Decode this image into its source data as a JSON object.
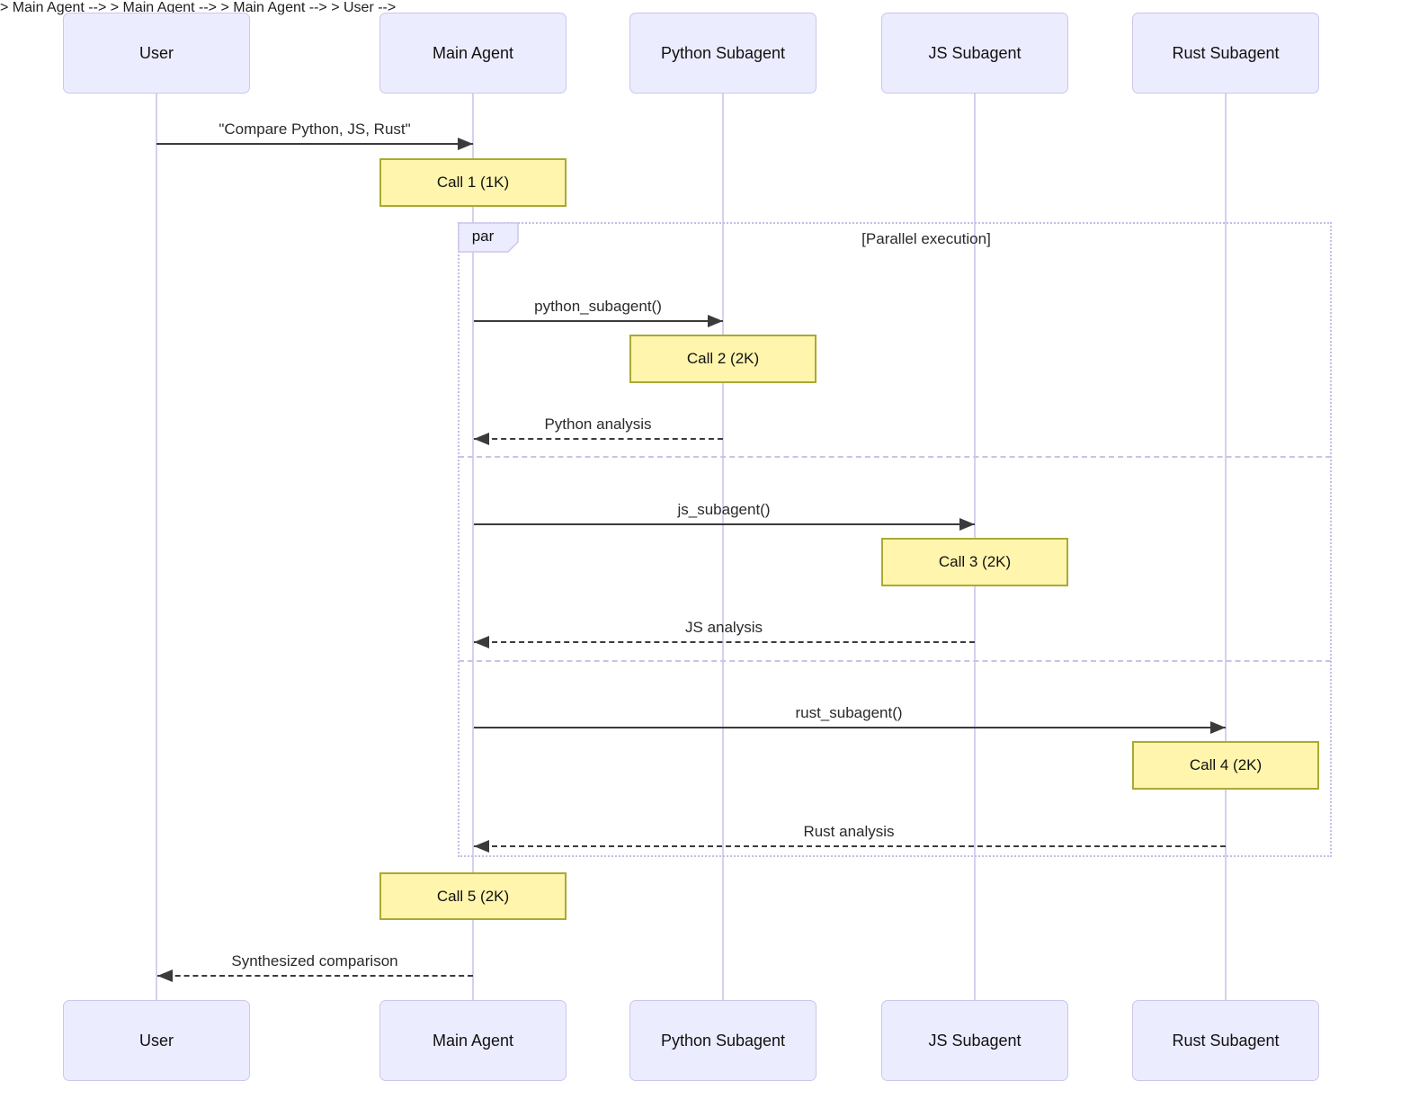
{
  "diagram": {
    "type": "sequence-diagram",
    "actors": [
      {
        "label": "User"
      },
      {
        "label": "Main Agent"
      },
      {
        "label": "Python Subagent"
      },
      {
        "label": "JS Subagent"
      },
      {
        "label": "Rust Subagent"
      }
    ],
    "messages": [
      {
        "label": "\"Compare Python, JS, Rust\"",
        "from": "User",
        "to": "Main Agent",
        "style": "solid"
      },
      {
        "label": "python_subagent()",
        "from": "Main Agent",
        "to": "Python Subagent",
        "style": "solid"
      },
      {
        "label": "Python analysis",
        "from": "Python Subagent",
        "to": "Main Agent",
        "style": "dashed"
      },
      {
        "label": "js_subagent()",
        "from": "Main Agent",
        "to": "JS Subagent",
        "style": "solid"
      },
      {
        "label": "JS analysis",
        "from": "JS Subagent",
        "to": "Main Agent",
        "style": "dashed"
      },
      {
        "label": "rust_subagent()",
        "from": "Main Agent",
        "to": "Rust Subagent",
        "style": "solid"
      },
      {
        "label": "Rust analysis",
        "from": "Rust Subagent",
        "to": "Main Agent",
        "style": "dashed"
      },
      {
        "label": "Synthesized comparison",
        "from": "Main Agent",
        "to": "User",
        "style": "dashed"
      }
    ],
    "notes": [
      {
        "label": "Call 1 (1K)",
        "over": "Main Agent"
      },
      {
        "label": "Call 2 (2K)",
        "over": "Python Subagent"
      },
      {
        "label": "Call 3 (2K)",
        "over": "JS Subagent"
      },
      {
        "label": "Call 4 (2K)",
        "over": "Rust Subagent"
      },
      {
        "label": "Call 5 (2K)",
        "over": "Main Agent"
      }
    ],
    "par_block": {
      "label": "par",
      "condition": "[Parallel execution]"
    },
    "colors": {
      "actor_fill": "#ECECFF",
      "actor_border": "#CCC6EC",
      "lifeline": "#D6D0EE",
      "note_fill": "#FFF5AD",
      "note_border": "#AAAA33",
      "frame_border": "#C3BDE6",
      "message_line": "#3B3B3B",
      "text": "#111111"
    }
  }
}
